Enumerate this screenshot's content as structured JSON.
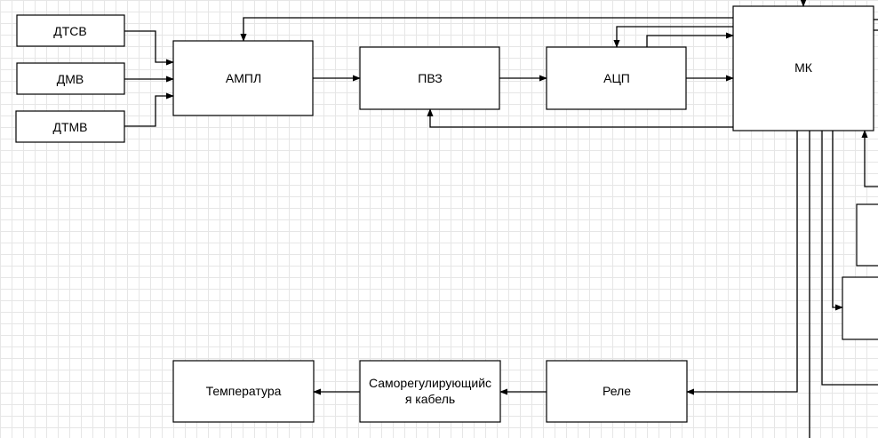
{
  "diagram": {
    "nodes": {
      "dtsv": "ДТСВ",
      "dmv": "ДМВ",
      "dtmv": "ДТМВ",
      "ampl": "АМПЛ",
      "pvz": "ПВЗ",
      "acp": "АЦП",
      "mk": "МК",
      "temperature": "Температура",
      "cable_line1": "Саморегулирующийс",
      "cable_line2": "я кабель",
      "relay": "Реле"
    }
  }
}
